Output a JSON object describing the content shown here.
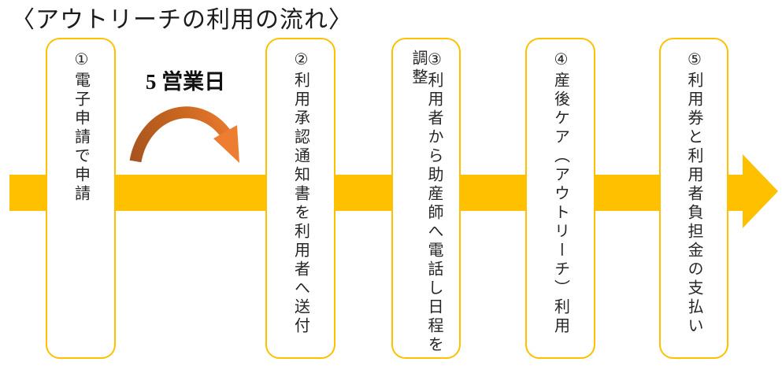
{
  "title": "〈アウトリーチの利用の流れ〉",
  "annotation": {
    "business_days_label": "5 営業日"
  },
  "steps": [
    {
      "text": "①電子申請で申請"
    },
    {
      "text": "②利用承認通知書を利用者へ送付"
    },
    {
      "text": "③利用者から助産師へ電話し日程を調整"
    },
    {
      "text": "④産後ケア（アウトリーチ）利用"
    },
    {
      "text": "⑤利用券と利用者負担金の支払い"
    }
  ],
  "icons": {
    "flow_arrow": "right-arrow-icon",
    "curved_arrow": "curved-clockwise-arrow-icon"
  },
  "colors": {
    "flow_band": "#FFC000",
    "box_border": "#FFC000",
    "box_fill": "#FFFFFF",
    "curved_arrow_dark": "#A8541E",
    "curved_arrow_light": "#ED7D31",
    "text": "#262626"
  }
}
